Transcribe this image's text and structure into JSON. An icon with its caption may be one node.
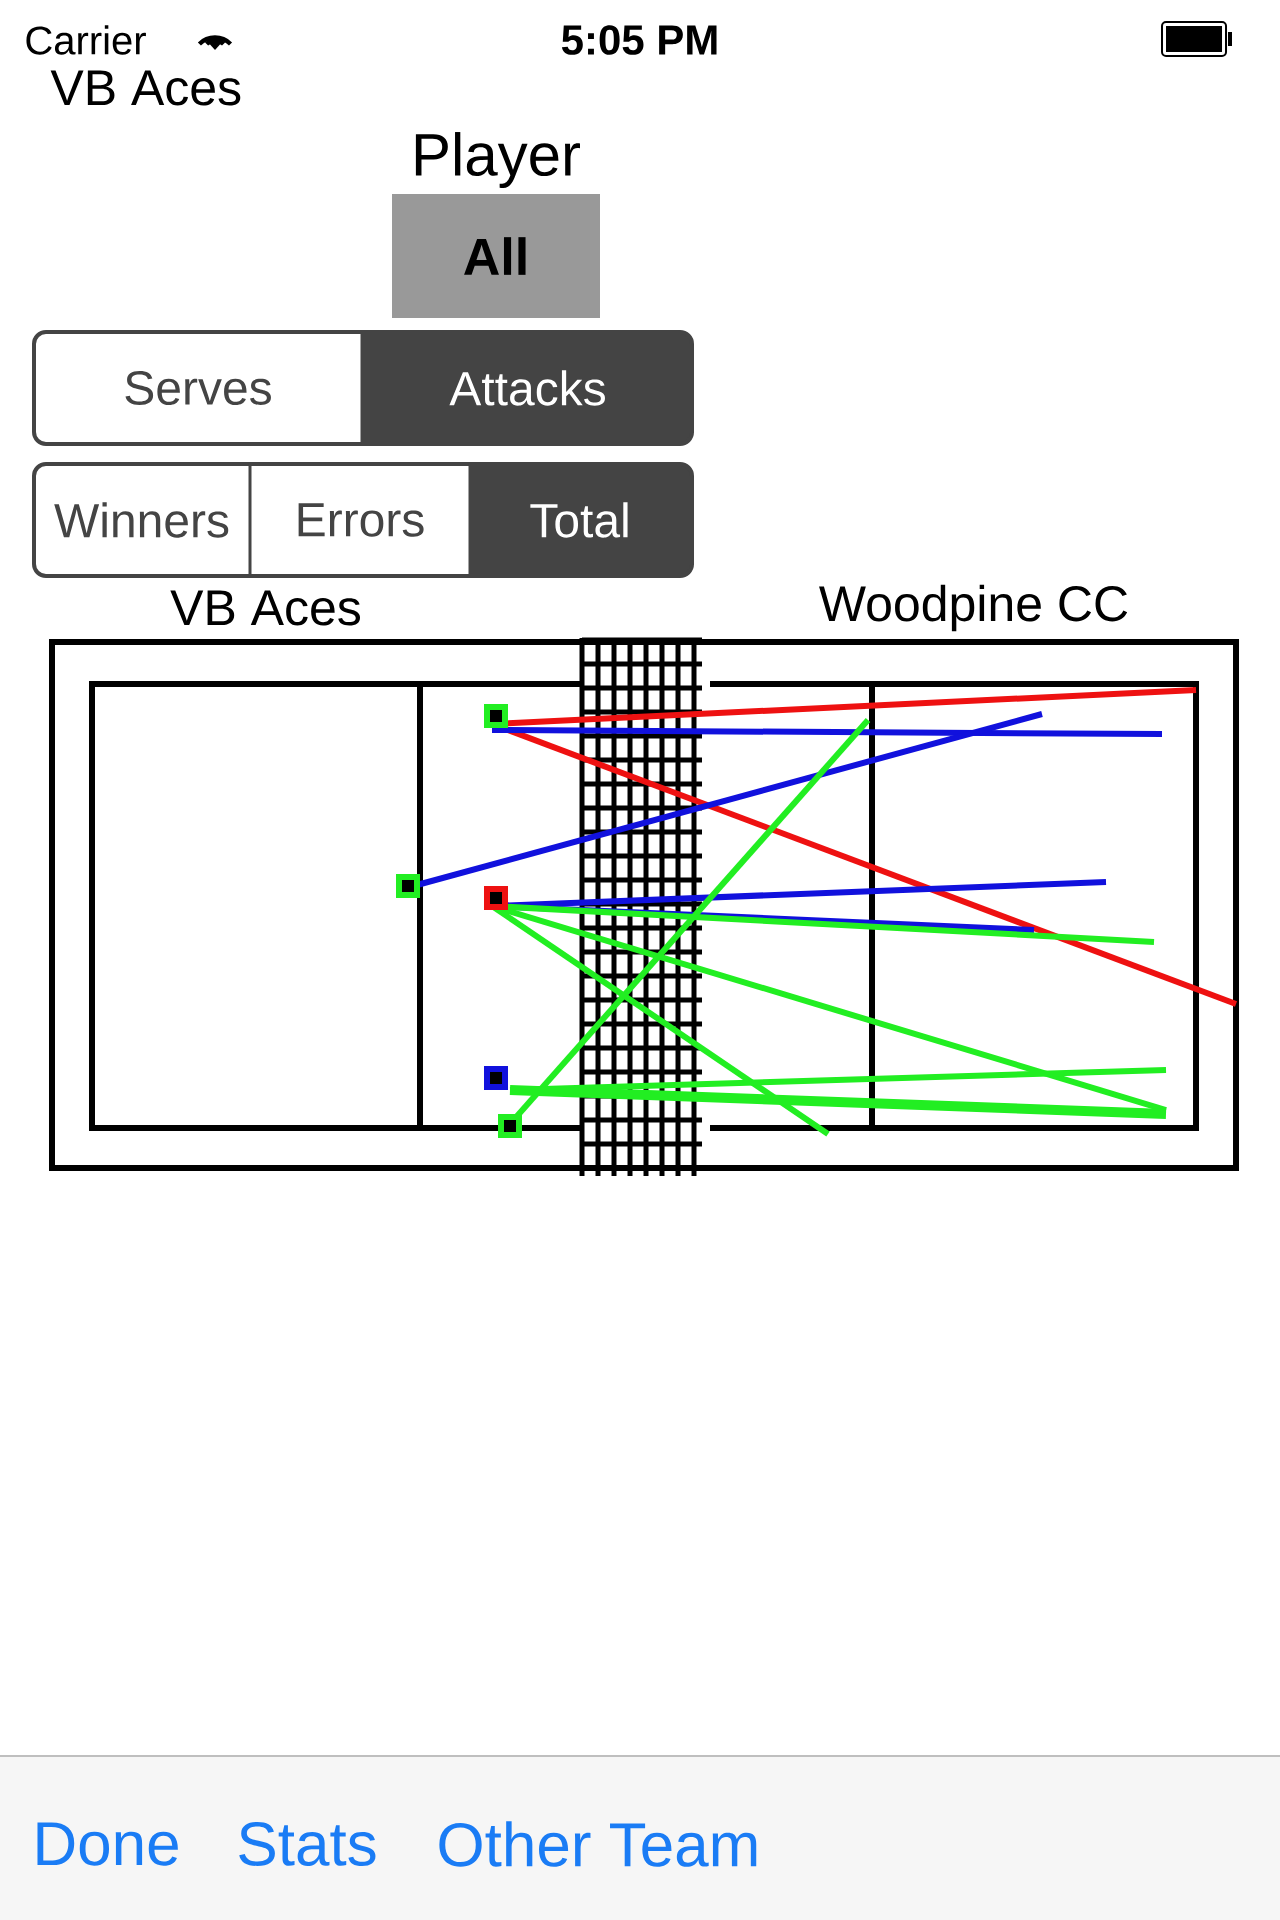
{
  "diagram": {
    "nodes": [
      {
        "text": [
          "All"
        ]
      },
      {
        "text": [
          "Serves"
        ]
      },
      {
        "text": [
          "Attacks"
        ]
      },
      {
        "text": [
          "Winners"
        ]
      },
      {
        "text": [
          "Errors"
        ]
      },
      {
        "text": [
          "Total"
        ]
      }
    ],
    "labels": [
      "Carrier",
      "5:05 PM",
      "VB Aces",
      "Player",
      "VB Aces",
      "Woodpine CC",
      "Done",
      "Stats",
      "Other Team"
    ]
  }
}
